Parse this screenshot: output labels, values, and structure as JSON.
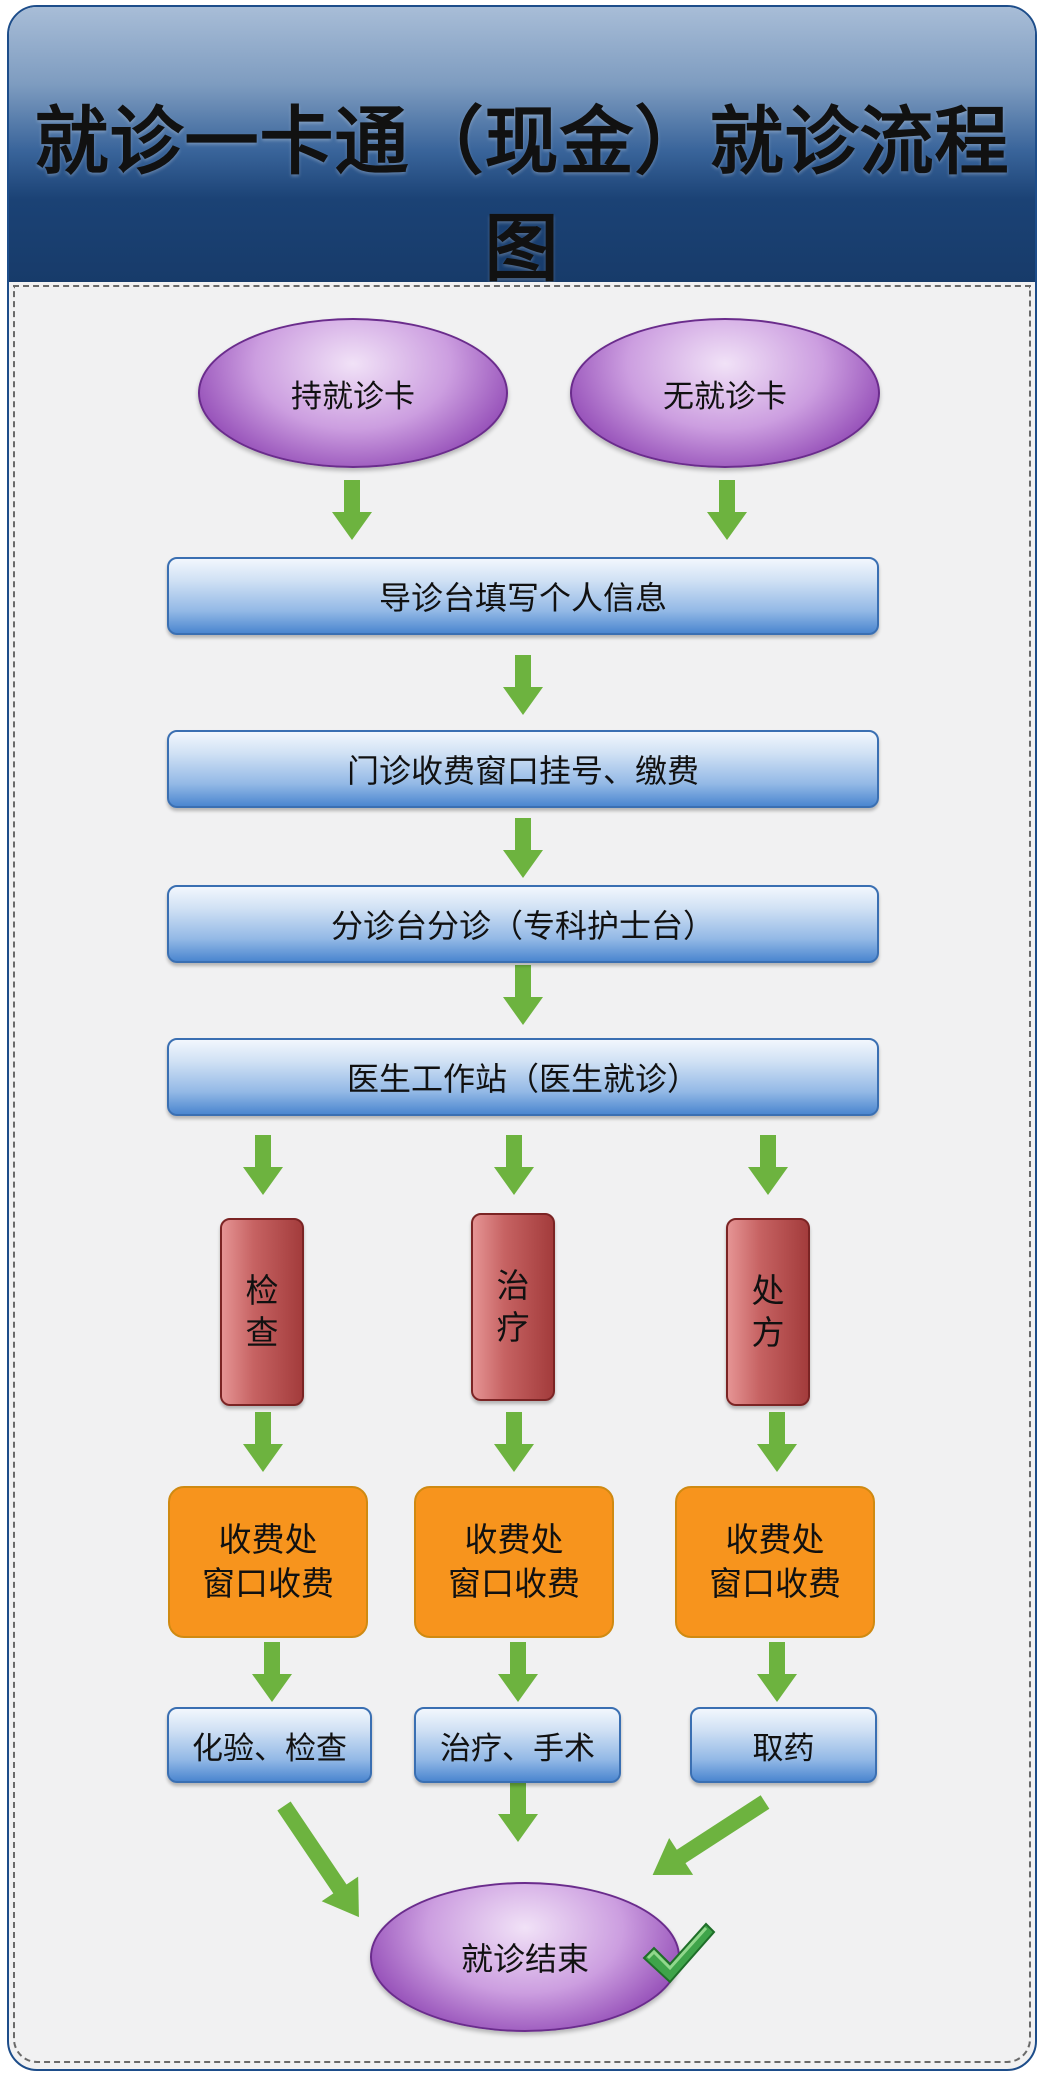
{
  "title": "就诊一卡通（现金）就诊流程图",
  "nodes": {
    "has_card": "持就诊卡",
    "no_card": "无就诊卡",
    "guide_desk": "导诊台填写个人信息",
    "registration": "门诊收费窗口挂号、缴费",
    "triage": "分诊台分诊（专科护士台）",
    "doctor": "医生工作站（医生就诊）",
    "exam": [
      "检",
      "查"
    ],
    "treatment": [
      "治",
      "疗"
    ],
    "prescription": [
      "处",
      "方"
    ],
    "pay_line1": "收费处",
    "pay_line2": "窗口收费",
    "lab": "化验、检查",
    "surgery": "治疗、手术",
    "medicine": "取药",
    "end": "就诊结束"
  },
  "colors": {
    "arrow": "#6db33f",
    "ellipse": "#9b59c9",
    "bar": "#6a9fe0",
    "vertical_box": "#b04a4a",
    "orange_box": "#f7941d",
    "header": "#173b6a"
  },
  "icons": [
    "arrow-down-icon",
    "arrow-diagonal-icon",
    "checkmark-icon"
  ]
}
